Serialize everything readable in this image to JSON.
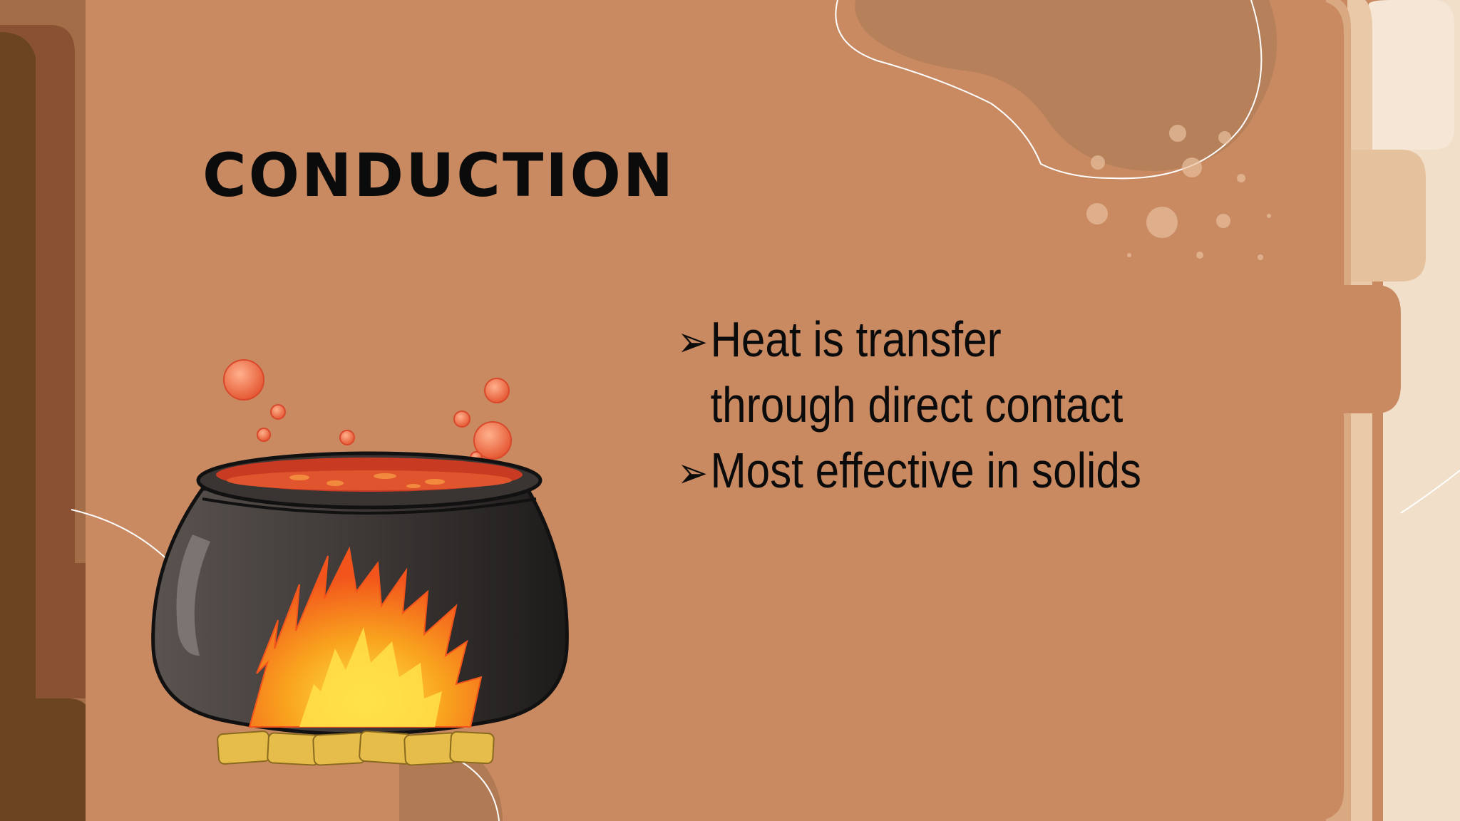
{
  "slide": {
    "title": "CONDUCTION",
    "bullets": [
      {
        "text": "Heat is transfer through direct contact",
        "icon": "arrow-bullet-icon"
      },
      {
        "text": "Most effective in solids",
        "icon": "arrow-bullet-icon"
      }
    ],
    "illustration": "boiling-pot-over-fire-icon"
  },
  "colors": {
    "background": "#c98a62",
    "title_text": "#0b0b0b",
    "tab_dark": "#6b4422",
    "tab_mid": "#8a5233",
    "tab_light": "#a36d48",
    "tab_cream": "#f1dfca"
  }
}
